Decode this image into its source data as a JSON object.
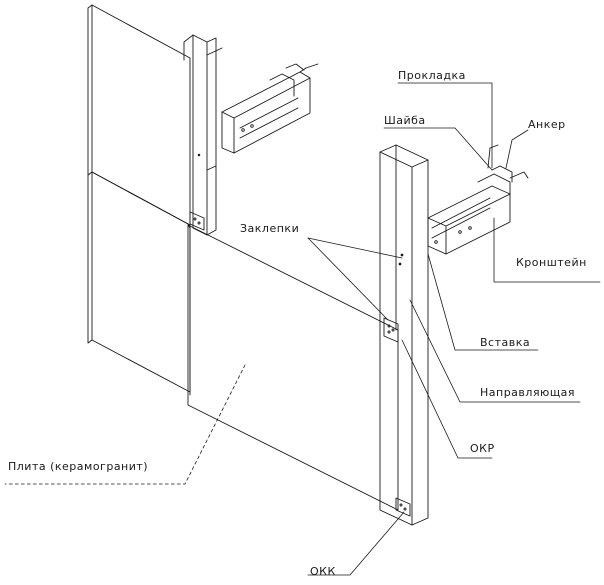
{
  "diagram": {
    "labels": {
      "prokladka": "Прокладка",
      "shaiba": "Шайба",
      "anker": "Анкер",
      "zaklepki": "Заклепки",
      "kronshtein": "Кронштейн",
      "vstavka": "Вставка",
      "napravlyayuschaya": "Направляющая",
      "okr": "ОКР",
      "plita": "Плита (керамогранит)",
      "okk": "ОКК"
    },
    "colors": {
      "line": "#1a1a1a",
      "background": "#ffffff"
    }
  }
}
